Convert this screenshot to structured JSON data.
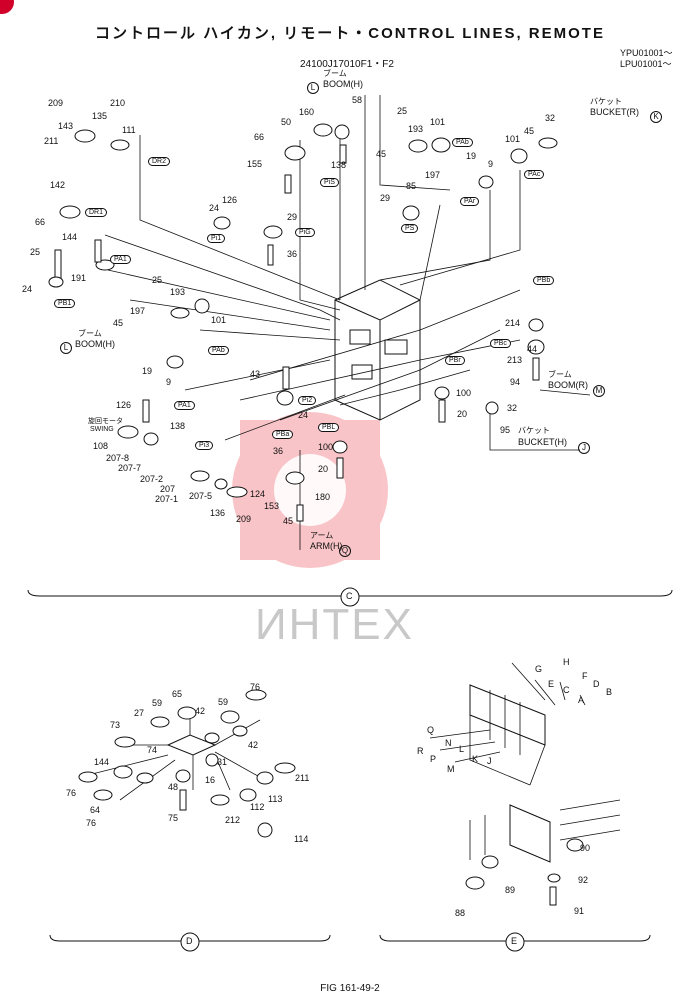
{
  "title": "コントロール ハイカン, リモート・CONTROL LINES, REMOTE",
  "doc_number": "24100J17010F1・F2",
  "serial": [
    "YPU01001～",
    "LPU01001～"
  ],
  "watermark": "ИНТЕХ",
  "figure": "FIG 161-49-2",
  "section_labels": [
    "C",
    "D",
    "E"
  ],
  "annotations": {
    "boom_h_top": [
      "ブーム",
      "BOOM(H)"
    ],
    "boom_h_left": [
      "ブーム",
      "BOOM(H)"
    ],
    "boom_r": [
      "ブーム",
      "BOOM(R)"
    ],
    "bucket_r": [
      "バケット",
      "BUCKET(R)"
    ],
    "bucket_h": [
      "バケット",
      "BUCKET(H)"
    ],
    "arm_h": [
      "アーム",
      "ARM(H)"
    ],
    "swing": [
      "旋回モータ",
      "SWING"
    ]
  },
  "circled_refs": {
    "L_top": "L",
    "K": "K",
    "L_left": "L",
    "M": "M",
    "J": "J",
    "Q": "Q"
  },
  "port_tags": [
    "DR2",
    "DR1",
    "PA1",
    "PB1",
    "Pi1",
    "PiG",
    "PiS",
    "PS",
    "PAb",
    "PAc",
    "PAr",
    "PAb",
    "PA1",
    "Pi3",
    "Pi2",
    "PBa",
    "PBL",
    "PBr",
    "PBc",
    "PBb"
  ],
  "part_numbers_c": [
    "209",
    "210",
    "143",
    "135",
    "111",
    "211",
    "142",
    "66",
    "144",
    "25",
    "191",
    "24",
    "155",
    "160",
    "50",
    "58",
    "66",
    "126",
    "24",
    "29",
    "36",
    "138",
    "25",
    "193",
    "101",
    "45",
    "197",
    "19",
    "9",
    "85",
    "29",
    "101",
    "32",
    "45",
    "25",
    "193",
    "197",
    "101",
    "45",
    "19",
    "9",
    "43",
    "24",
    "126",
    "108",
    "207-8",
    "207-7",
    "207-2",
    "207",
    "207-1",
    "138",
    "136",
    "207-5",
    "209",
    "124",
    "153",
    "45",
    "36",
    "180",
    "100",
    "20",
    "214",
    "44",
    "213",
    "94",
    "100",
    "20",
    "32",
    "95"
  ],
  "part_numbers_d": [
    "76",
    "65",
    "59",
    "27",
    "73",
    "42",
    "59",
    "74",
    "144",
    "42",
    "31",
    "76",
    "64",
    "48",
    "16",
    "76",
    "75",
    "212",
    "112",
    "113",
    "211",
    "114"
  ],
  "part_numbers_e": [
    "90",
    "89",
    "92",
    "88",
    "91"
  ],
  "letters_e": [
    "G",
    "H",
    "E",
    "F",
    "C",
    "D",
    "A",
    "B",
    "Q",
    "N",
    "L",
    "R",
    "P",
    "K",
    "M",
    "J"
  ]
}
